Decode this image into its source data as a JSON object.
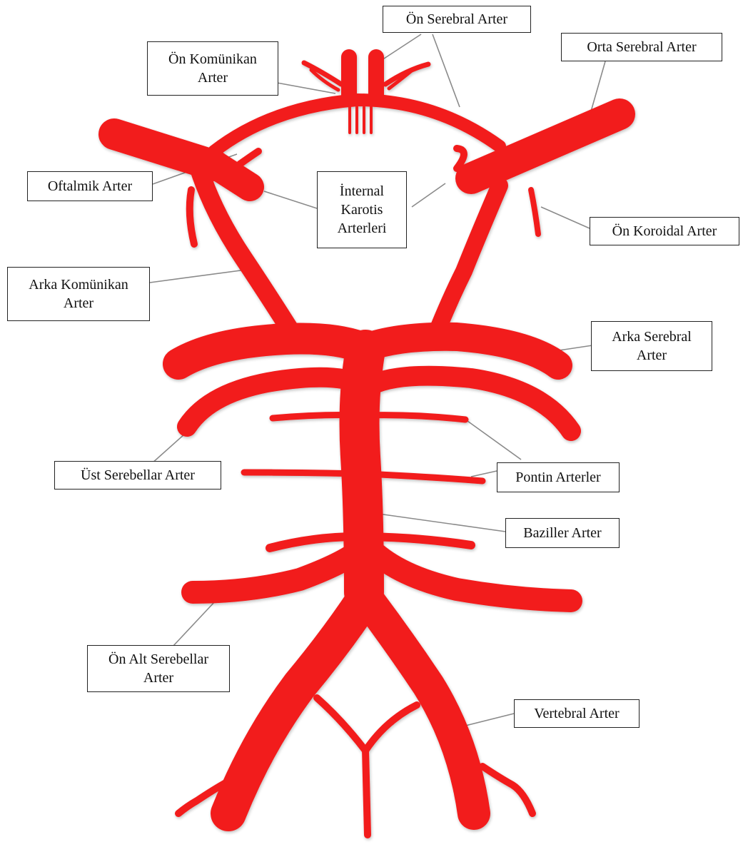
{
  "colors": {
    "artery": "#f21c1c",
    "artery_shadow": "#c80f0f",
    "artery_highlight": "#ff5a5a",
    "leader_line": "#8a8a8a",
    "label_border": "#222222"
  },
  "labels": {
    "anterior_cerebral": [
      "Ön Serebral Arter"
    ],
    "anterior_communicating": [
      "Ön Komünikan",
      "Arter"
    ],
    "middle_cerebral": [
      "Orta Serebral Arter"
    ],
    "ophthalmic": [
      "Oftalmik Arter"
    ],
    "internal_carotid": [
      "İnternal",
      "Karotis",
      "Arterleri"
    ],
    "anterior_choroidal": [
      "Ön Koroidal Arter"
    ],
    "posterior_communicating": [
      "Arka Komünikan",
      "Arter"
    ],
    "posterior_cerebral": [
      "Arka Serebral",
      "Arter"
    ],
    "superior_cerebellar": [
      "Üst Serebellar Arter"
    ],
    "pontine": [
      "Pontin Arterler"
    ],
    "basilar": [
      "Baziller Arter"
    ],
    "anterior_inferior_cerebellar": [
      "Ön Alt Serebellar",
      "Arter"
    ],
    "vertebral": [
      "Vertebral Arter"
    ]
  }
}
